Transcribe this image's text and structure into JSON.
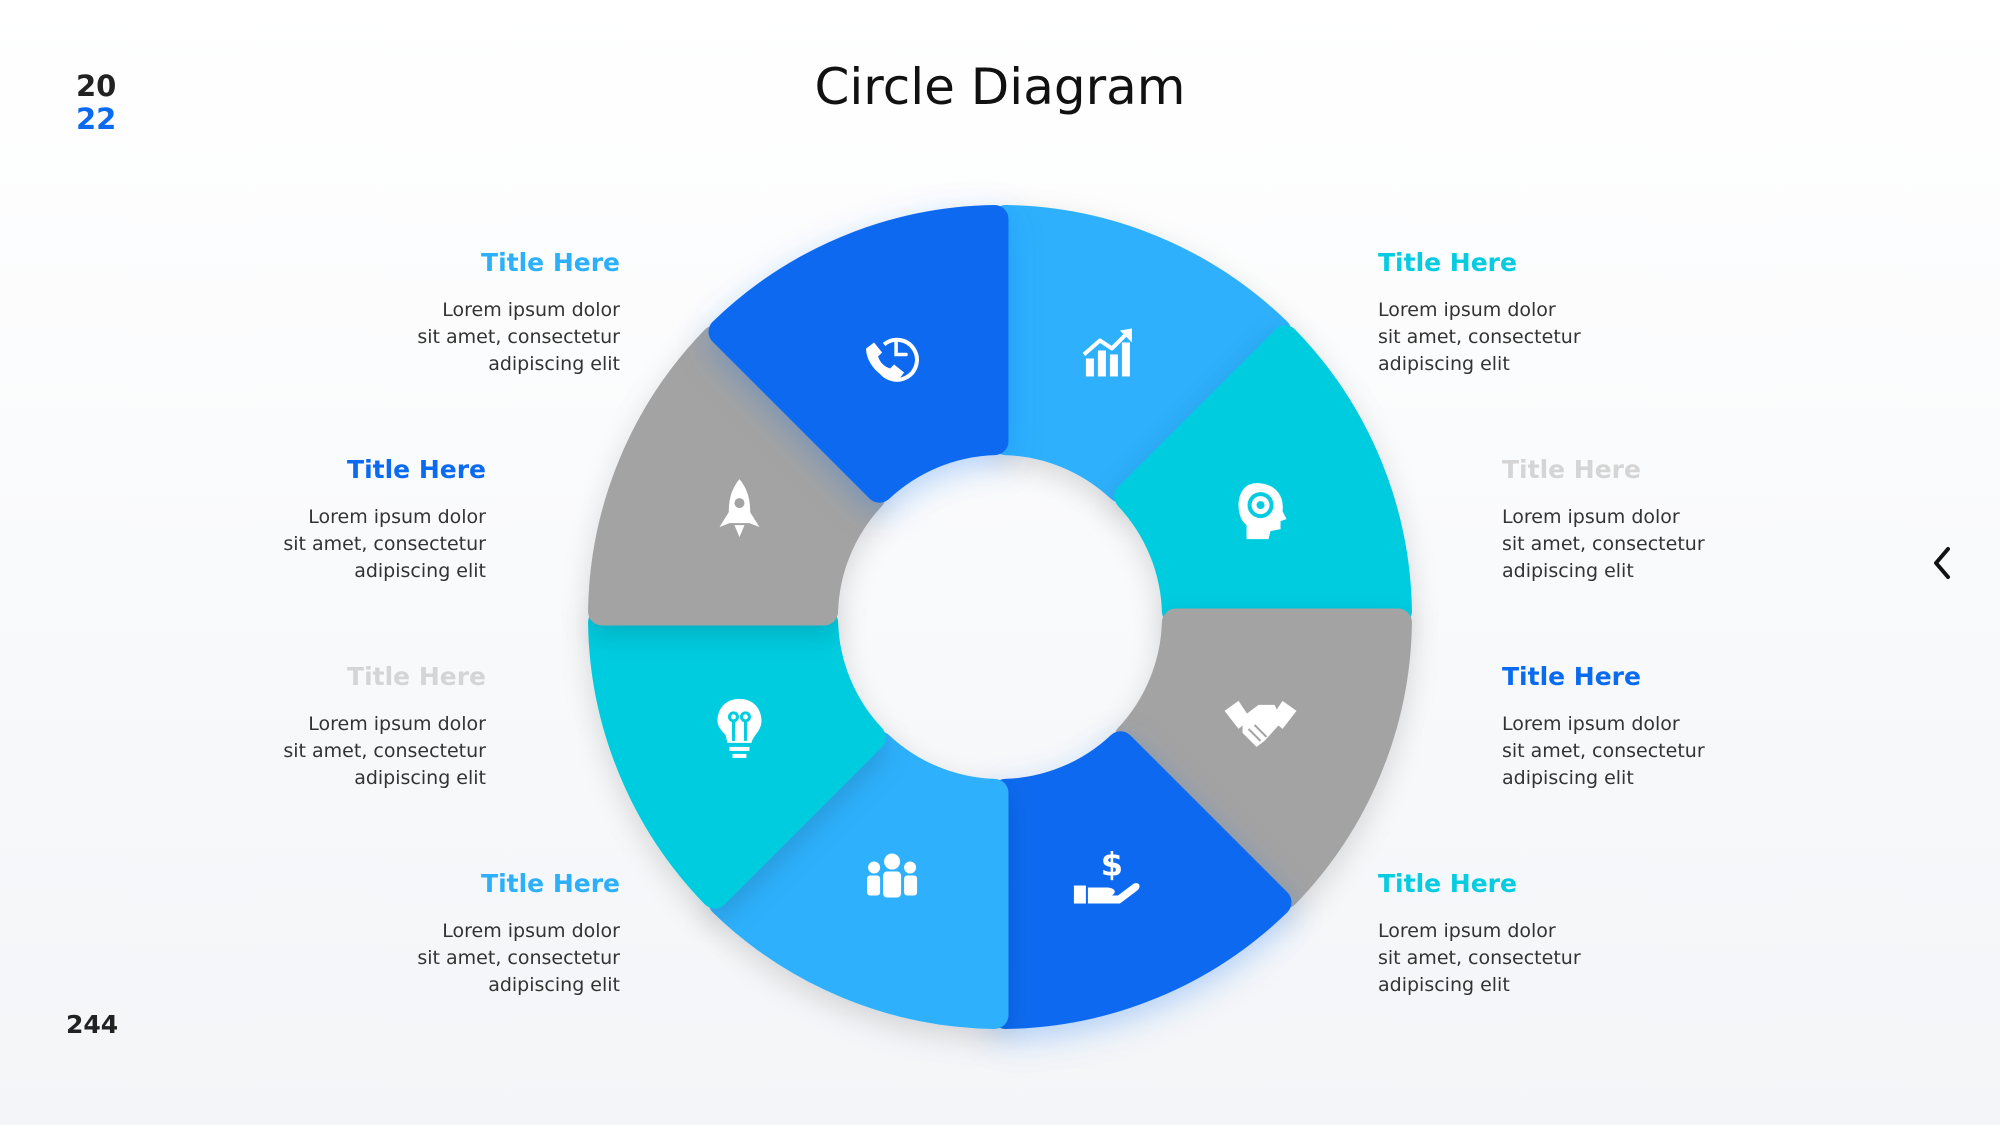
{
  "year": {
    "top": "20",
    "bottom": "22"
  },
  "page_number": "244",
  "title": "Circle Diagram",
  "colors": {
    "blue_light": "#2db0fc",
    "cyan": "#05cce0",
    "blue_dark": "#0a6bf0",
    "gray": "#a3a3a3",
    "gray_title": "#d5d5d5"
  },
  "segments": [
    {
      "icon": "growth-chart-icon",
      "color": "#2db0fc"
    },
    {
      "icon": "head-gear-icon",
      "color": "#05cce0"
    },
    {
      "icon": "handshake-icon",
      "color": "#a3a3a3"
    },
    {
      "icon": "money-hand-icon",
      "color": "#0a6bf0"
    },
    {
      "icon": "team-icon",
      "color": "#2db0fc"
    },
    {
      "icon": "lightbulb-icon",
      "color": "#05cce0"
    },
    {
      "icon": "rocket-icon",
      "color": "#a3a3a3"
    },
    {
      "icon": "phone-clock-icon",
      "color": "#0a6bf0"
    }
  ],
  "labels": [
    {
      "title": "Title Here",
      "body": "Lorem ipsum dolor\nsit amet, consectetur\nadipiscing elit",
      "color": "#2db0fc"
    },
    {
      "title": "Title Here",
      "body": "Lorem ipsum dolor\nsit amet, consectetur\nadipiscing elit",
      "color": "#05cce0"
    },
    {
      "title": "Title Here",
      "body": "Lorem ipsum dolor\nsit amet, consectetur\nadipiscing elit",
      "color": "#d5d5d5"
    },
    {
      "title": "Title Here",
      "body": "Lorem ipsum dolor\nsit amet, consectetur\nadipiscing elit",
      "color": "#0a6bf0"
    },
    {
      "title": "Title Here",
      "body": "Lorem ipsum dolor\nsit amet, consectetur\nadipiscing elit",
      "color": "#05cce0"
    },
    {
      "title": "Title Here",
      "body": "Lorem ipsum dolor\nsit amet, consectetur\nadipiscing elit",
      "color": "#2db0fc"
    },
    {
      "title": "Title Here",
      "body": "Lorem ipsum dolor\nsit amet, consectetur\nadipiscing elit",
      "color": "#d5d5d5"
    },
    {
      "title": "Title Here",
      "body": "Lorem ipsum dolor\nsit amet, consectetur\nadipiscing elit",
      "color": "#0a6bf0"
    }
  ]
}
